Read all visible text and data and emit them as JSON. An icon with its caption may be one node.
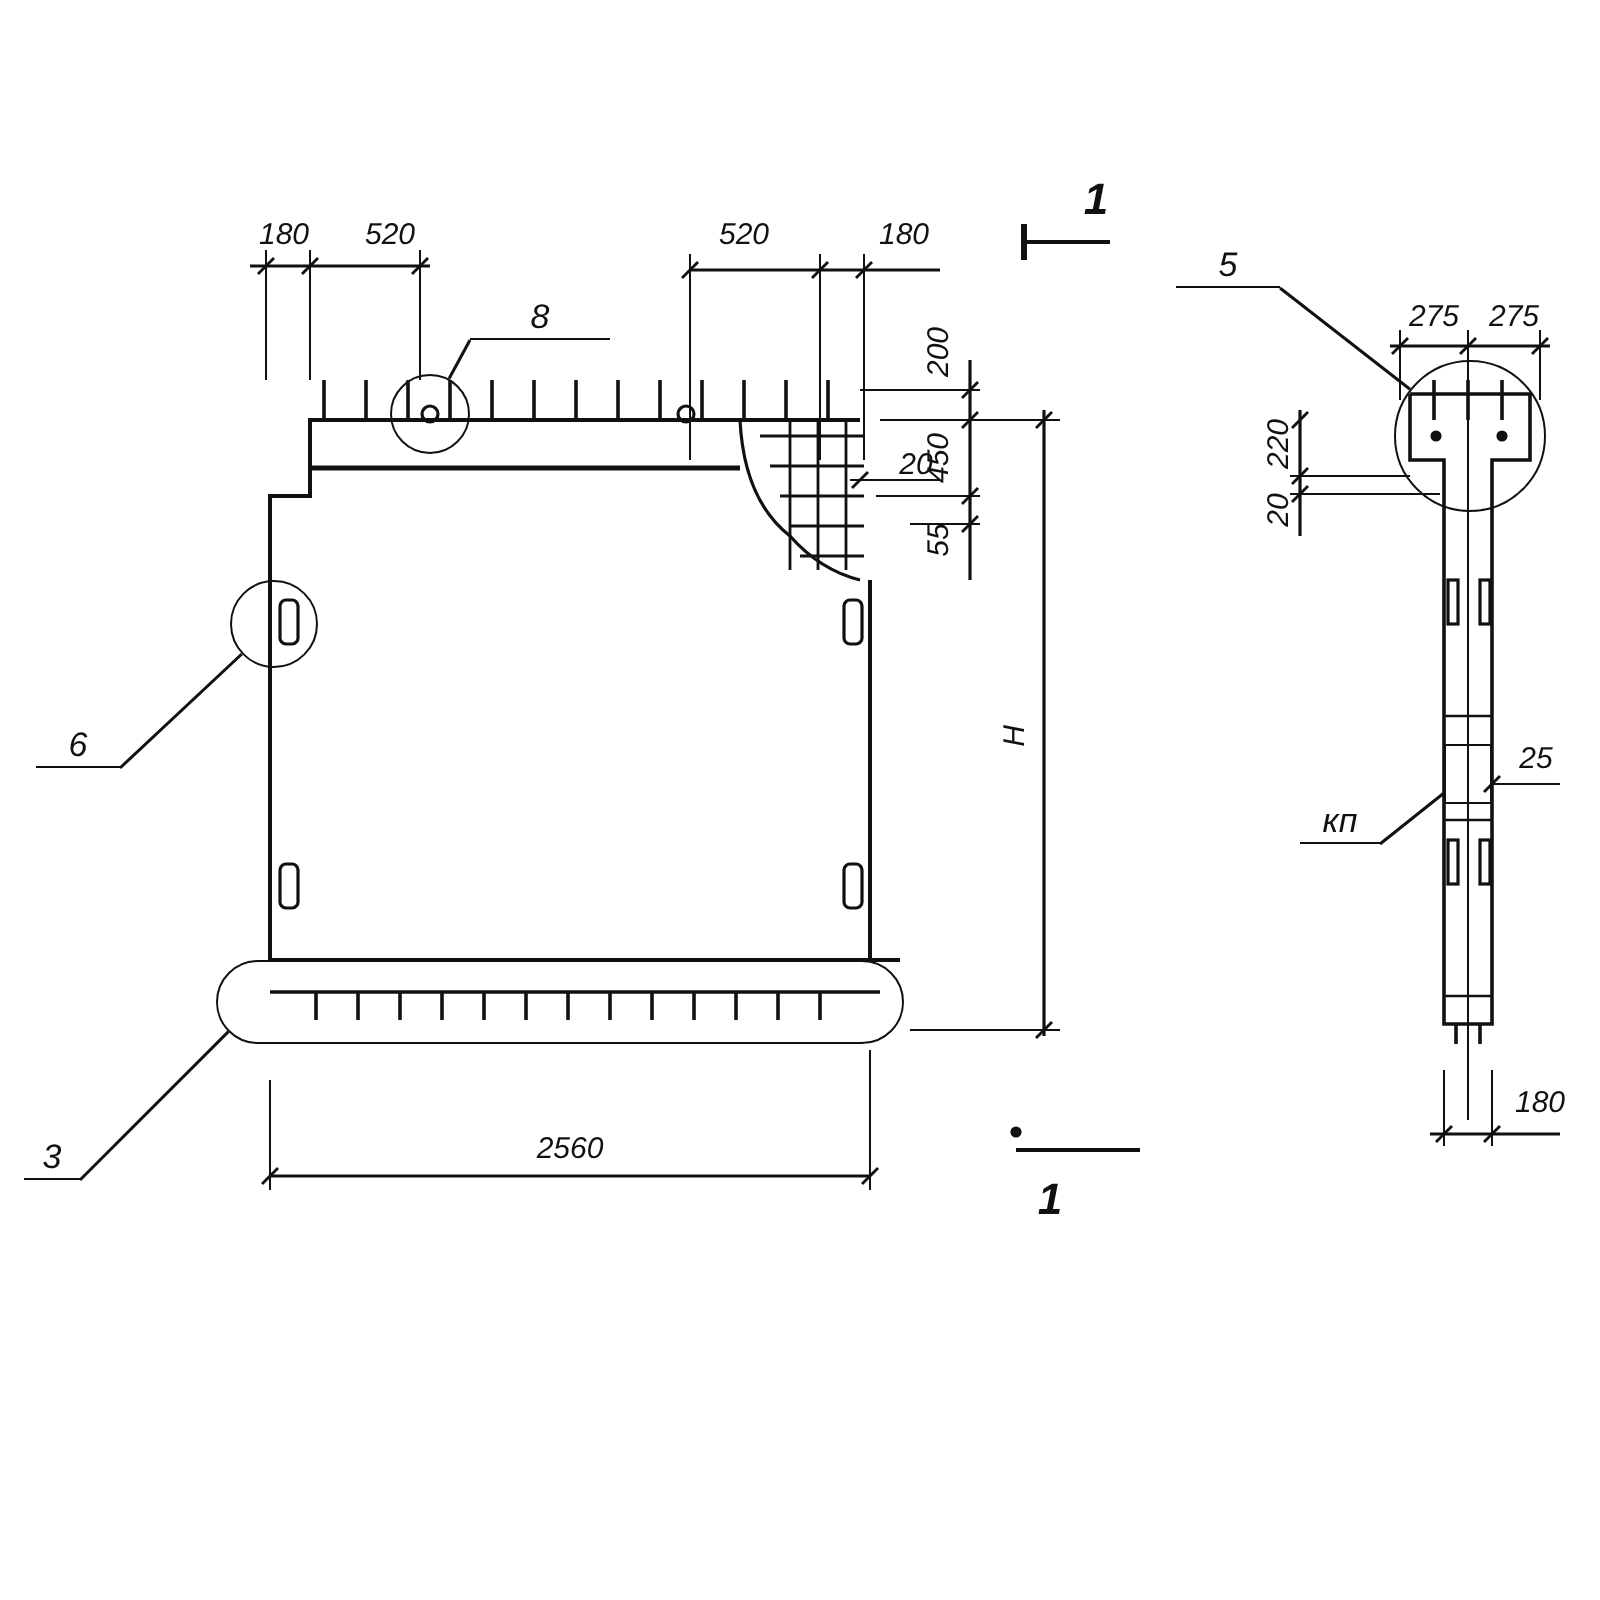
{
  "diagram": {
    "nodes": [
      {
        "text": [
          "8"
        ]
      },
      {
        "text": [],
        "shape": "circle"
      },
      {
        "text": [
          "6"
        ]
      },
      {
        "text": [],
        "shape": "circle"
      },
      {
        "text": [
          "3"
        ]
      },
      {
        "text": [],
        "shape": "oval"
      },
      {
        "text": [
          "5"
        ]
      },
      {
        "text": [],
        "shape": "circle"
      },
      {
        "text": [
          "кп"
        ]
      },
      {
        "text": [],
        "shape": "box"
      }
    ],
    "edges": [
      {
        "from": 0,
        "to": 1,
        "arrow": "none"
      },
      {
        "from": 2,
        "to": 3,
        "arrow": "none"
      },
      {
        "from": 4,
        "to": 5,
        "arrow": "none"
      },
      {
        "from": 6,
        "to": 7,
        "arrow": "none"
      },
      {
        "from": 8,
        "to": 9,
        "arrow": "none"
      }
    ],
    "labels": [
      "180",
      "520",
      "520",
      "180",
      "1",
      "200",
      "275",
      "275",
      "450",
      "220",
      "20",
      "20",
      "55",
      "H",
      "25",
      "2560",
      "180",
      "1"
    ]
  }
}
